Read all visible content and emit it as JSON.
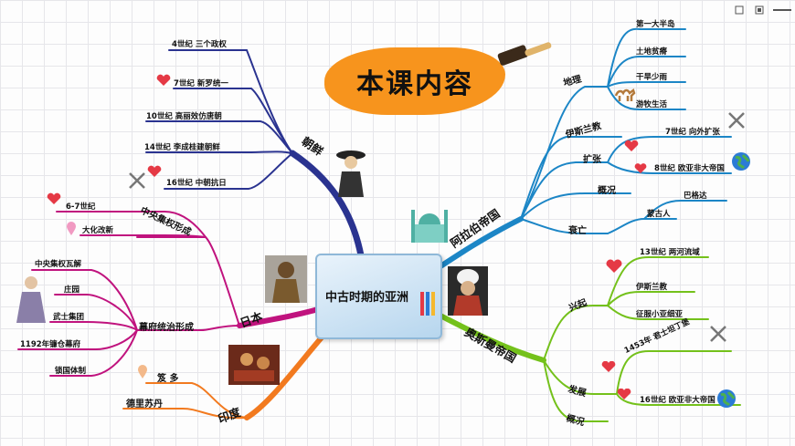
{
  "title": "本课内容",
  "center": "中古时期的亚洲",
  "colors": {
    "korea": "#2a3390",
    "japan": "#c0137e",
    "india": "#f27a1f",
    "arab": "#1c86c6",
    "ottoman": "#74c11b"
  },
  "korea": {
    "label": "朝鲜",
    "items": [
      "4世纪 三个政权",
      "7世纪 新罗统一",
      "10世纪 高丽效仿唐朝",
      "14世纪 李成桂建朝鲜",
      "16世纪 中朝抗日"
    ]
  },
  "japan": {
    "label": "日本",
    "central": {
      "label": "中央集权形成",
      "items": [
        "6-7世纪",
        "大化改新"
      ]
    },
    "bakufu": {
      "label": "幕府统治形成",
      "items": [
        "中央集权瓦解",
        "庄园",
        "武士集团",
        "1192年镰仓幕府",
        "锁国体制"
      ]
    }
  },
  "india": {
    "label": "印度",
    "items": [
      "笈 多",
      "德里苏丹"
    ]
  },
  "arab": {
    "label": "阿拉伯帝国",
    "geo": {
      "label": "地理",
      "items": [
        "第一大半岛",
        "土地贫瘠",
        "干旱少雨",
        "游牧生活"
      ]
    },
    "islam": "伊斯兰教",
    "expand": {
      "label": "扩张",
      "items": [
        "7世纪 向外扩张",
        "8世纪 欧亚非大帝国"
      ]
    },
    "overview": "概况",
    "decline": {
      "label": "衰亡",
      "items": [
        "蒙古人",
        "巴格达"
      ]
    }
  },
  "ottoman": {
    "label": "奥斯曼帝国",
    "rise": {
      "label": "兴起",
      "items": [
        "13世纪 两河流域",
        "伊斯兰教",
        "征服小亚细亚"
      ]
    },
    "develop": {
      "label": "发展",
      "items": [
        "1453年 君士坦丁堡",
        "16世纪 欧亚非大帝国"
      ]
    },
    "overview": "概况"
  }
}
